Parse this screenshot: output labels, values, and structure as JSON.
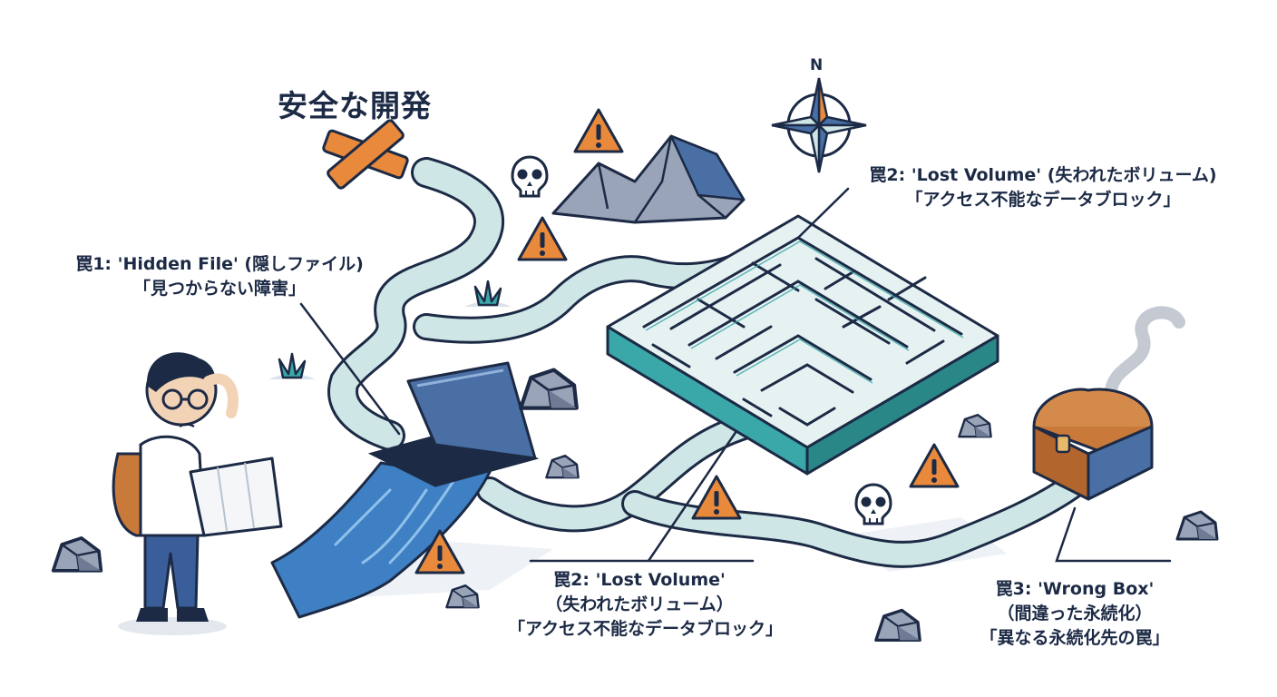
{
  "title": "安全な開発",
  "compass": {
    "north_label": "N"
  },
  "traps": [
    {
      "id": "trap-1",
      "lines": [
        "罠1: 'Hidden File' (隠しファイル)",
        "「見つからない障害」"
      ]
    },
    {
      "id": "trap-2-top",
      "lines": [
        "罠2: 'Lost Volume' (失われたボリューム)",
        "「アクセス不能なデータブロック」"
      ]
    },
    {
      "id": "trap-2-bottom",
      "lines": [
        "罠2: 'Lost Volume'",
        "（失われたボリューム）",
        "「アクセス不能なデータブロック」"
      ]
    },
    {
      "id": "trap-3",
      "lines": [
        "罠3: 'Wrong Box'",
        "（間違った永続化）",
        "「異なる永続化先の罠」"
      ]
    }
  ],
  "icons": [
    "x-marker-icon",
    "compass-icon",
    "warning-icon",
    "skull-icon",
    "maze-icon",
    "treasure-chest-icon",
    "trapdoor-icon",
    "explorer-figure",
    "rock-icon"
  ],
  "colors": {
    "path": "#cfe6e6",
    "maze": "#3aa7a8",
    "warning": "#e8893c",
    "outline": "#1c2a45",
    "rock": "#7f8aa3",
    "chest": "#c9793a",
    "water": "#3f7fc4"
  }
}
